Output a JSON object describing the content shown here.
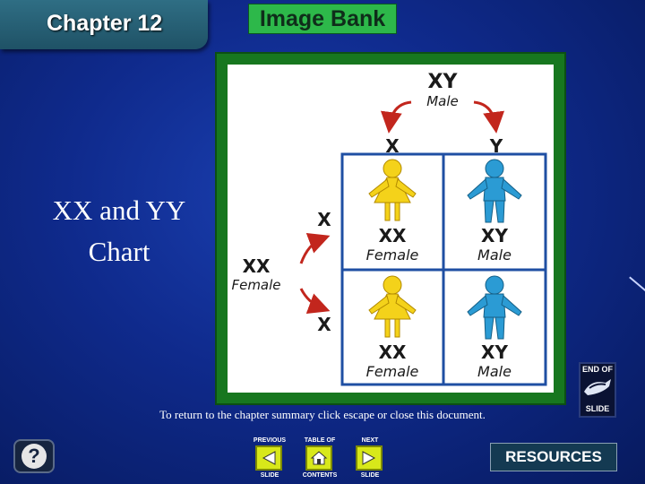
{
  "header": {
    "chapter": "Chapter 12",
    "image_bank": "Image Bank"
  },
  "side_title": {
    "line1": "XX and YY",
    "line2": "Chart"
  },
  "punnett": {
    "male_parent": {
      "genotype": "XY",
      "label": "Male"
    },
    "female_parent": {
      "genotype": "XX",
      "label": "Female"
    },
    "male_gametes": [
      "X",
      "Y"
    ],
    "female_gametes": [
      "X",
      "X"
    ],
    "cells": [
      {
        "genotype": "XX",
        "sex": "Female"
      },
      {
        "genotype": "XY",
        "sex": "Male"
      },
      {
        "genotype": "XX",
        "sex": "Female"
      },
      {
        "genotype": "XY",
        "sex": "Male"
      }
    ],
    "colors": {
      "female": "#f4d21a",
      "male": "#2b9bd4",
      "grid": "#1f4fa3",
      "arrow": "#c2261d"
    }
  },
  "caption": "To return to the chapter summary click escape or close this document.",
  "end_slide": {
    "top": "END OF",
    "bottom": "SLIDE"
  },
  "nav": {
    "previous": {
      "top": "PREVIOUS",
      "bottom": "SLIDE"
    },
    "contents": {
      "top": "TABLE OF",
      "bottom": "CONTENTS"
    },
    "next": {
      "top": "NEXT",
      "bottom": "SLIDE"
    }
  },
  "help": "?",
  "resources": "RESOURCES"
}
